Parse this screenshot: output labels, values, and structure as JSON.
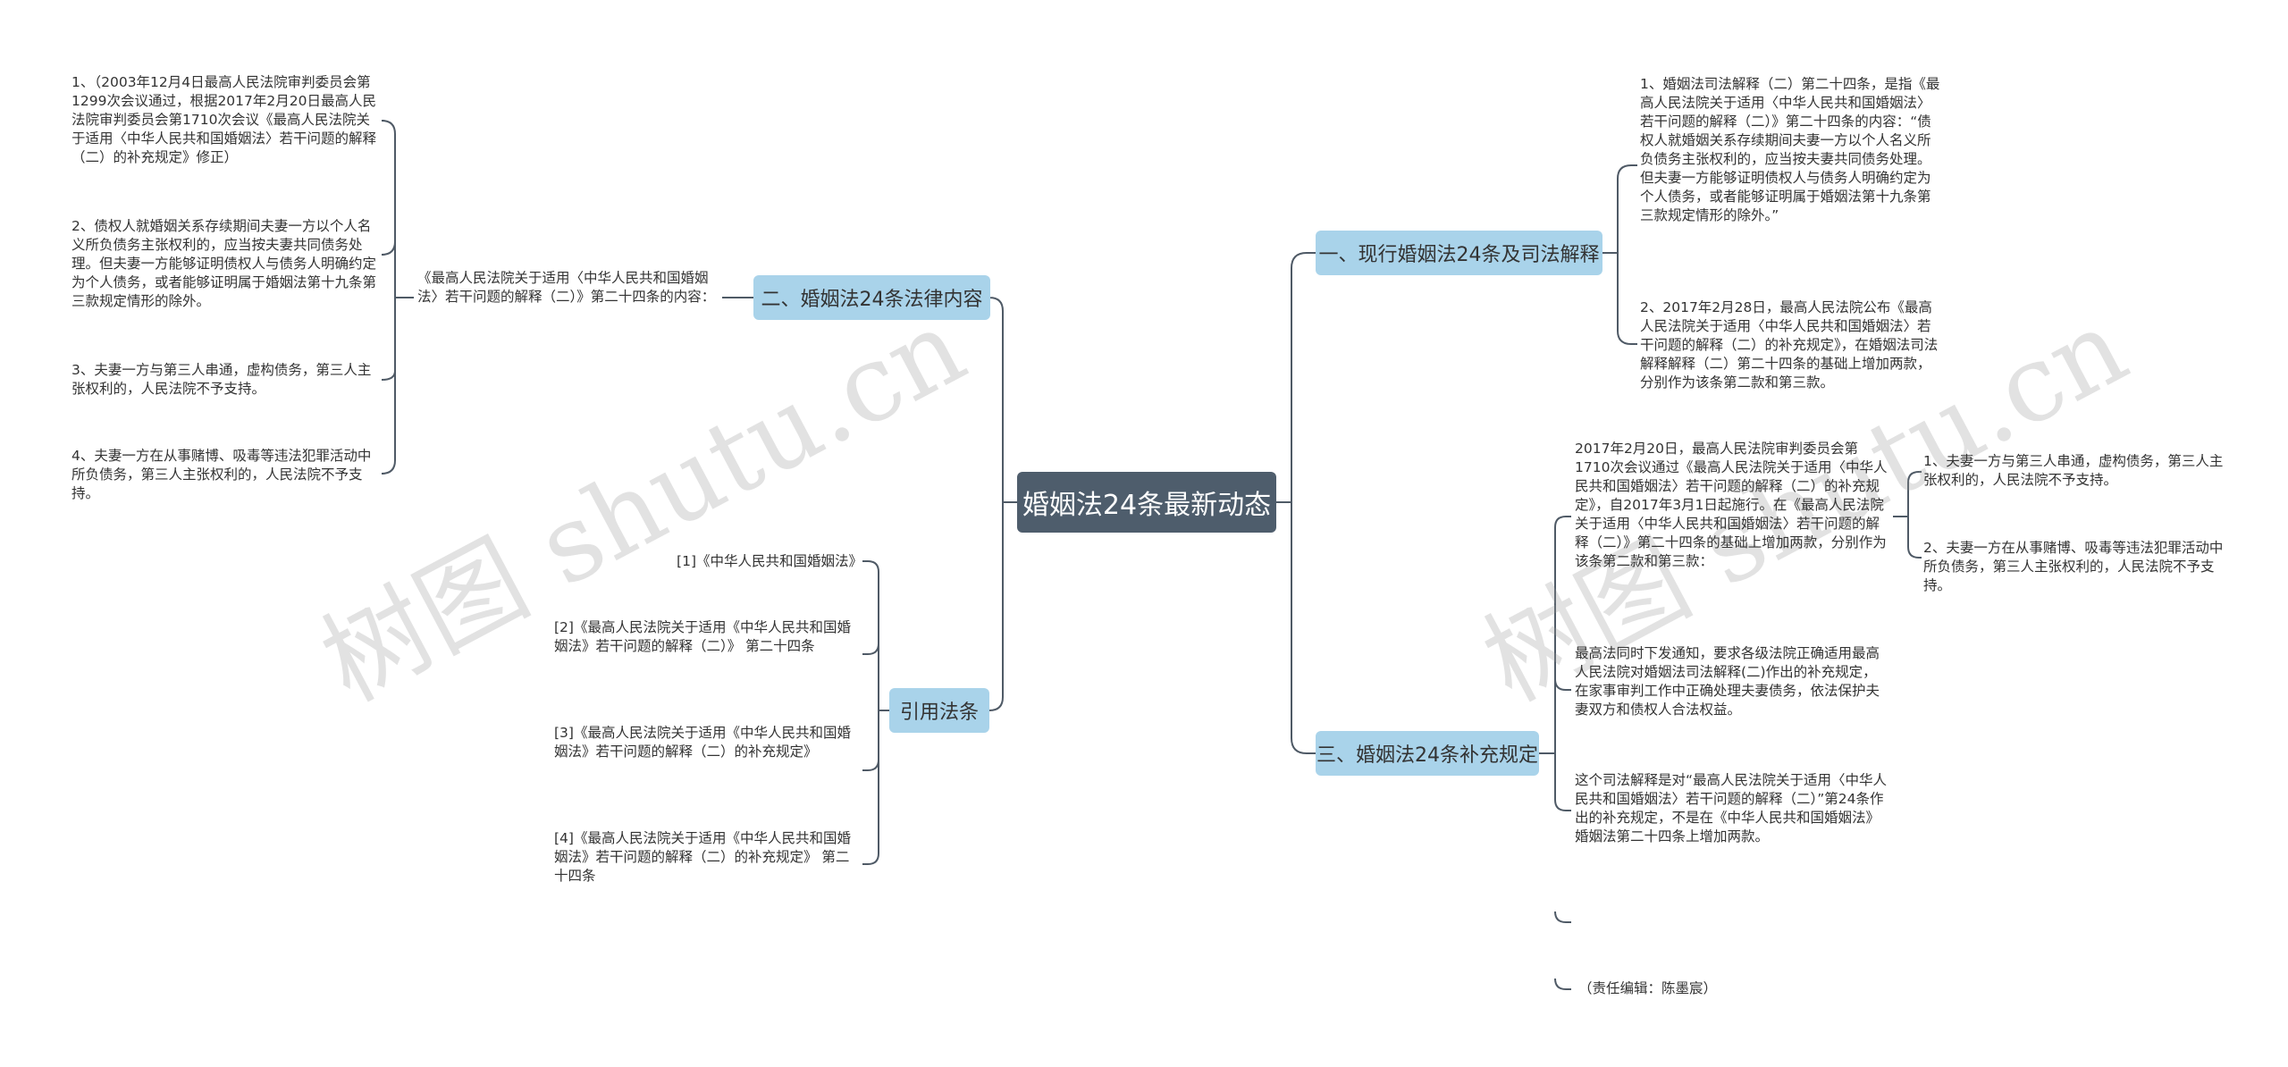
{
  "watermark": "树图 shutu.cn",
  "root": "婚姻法24条最新动态",
  "branches": {
    "b1": "一、现行婚姻法24条及司法解释",
    "b2": "二、婚姻法24条法律内容",
    "b3": "三、婚姻法24条补充规定",
    "b4": "引用法条"
  },
  "leaves": {
    "b1_1": "1、婚姻法司法解释（二）第二十四条，是指《最高人民法院关于适用〈中华人民共和国婚姻法〉若干问题的解释（二）》第二十四条的内容：“债权人就婚姻关系存续期间夫妻一方以个人名义所负债务主张权利的，应当按夫妻共同债务处理。但夫妻一方能够证明债权人与债务人明确约定为个人债务，或者能够证明属于婚姻法第十九条第三款规定情形的除外。”",
    "b1_2": "2、2017年2月28日，最高人民法院公布《最高人民法院关于适用〈中华人民共和国婚姻法〉若干问题的解释（二）的补充规定》，在婚姻法司法解释解释（二）第二十四条的基础上增加两款，分别作为该条第二款和第三款。",
    "b2_mid": "《最高人民法院关于适用〈中华人民共和国婚姻法〉若干问题的解释（二）》第二十四条的内容：",
    "b2_1": "1、（2003年12月4日最高人民法院审判委员会第1299次会议通过，根据2017年2月20日最高人民法院审判委员会第1710次会议《最高人民法院关于适用〈中华人民共和国婚姻法〉若干问题的解释（二）的补充规定》修正）",
    "b2_2": "2、债权人就婚姻关系存续期间夫妻一方以个人名义所负债务主张权利的，应当按夫妻共同债务处理。但夫妻一方能够证明债权人与债务人明确约定为个人债务，或者能够证明属于婚姻法第十九条第三款规定情形的除外。",
    "b2_3": "3、夫妻一方与第三人串通，虚构债务，第三人主张权利的，人民法院不予支持。",
    "b2_4": "4、夫妻一方在从事赌博、吸毒等违法犯罪活动中所负债务，第三人主张权利的，人民法院不予支持。",
    "b3_1": "2017年2月20日，最高人民法院审判委员会第1710次会议通过《最高人民法院关于适用〈中华人民共和国婚姻法〉若干问题的解释（二）的补充规定》，自2017年3月1日起施行。在《最高人民法院关于适用〈中华人民共和国婚姻法〉若干问题的解释（二）》第二十四条的基础上增加两款，分别作为该条第二款和第三款：",
    "b3_1a": "1、夫妻一方与第三人串通，虚构债务，第三人主张权利的，人民法院不予支持。",
    "b3_1b": "2、夫妻一方在从事赌博、吸毒等违法犯罪活动中所负债务，第三人主张权利的，人民法院不予支持。",
    "b3_2": "最高法同时下发通知，要求各级法院正确适用最高人民法院对婚姻法司法解释(二)作出的补充规定，在家事审判工作中正确处理夫妻债务，依法保护夫妻双方和债权人合法权益。",
    "b3_3": "这个司法解释是对“最高人民法院关于适用〈中华人民共和国婚姻法〉若干问题的解释（二）”第24条作出的补充规定，不是在《中华人民共和国婚姻法》婚姻法第二十四条上增加两款。",
    "b3_5": "（责任编辑：陈墨宸）",
    "b4_1": "[1]《中华人民共和国婚姻法》",
    "b4_2": "[2]《最高人民法院关于适用《中华人民共和国婚姻法》若干问题的解释（二）》 第二十四条",
    "b4_3": "[3]《最高人民法院关于适用《中华人民共和国婚姻法》若干问题的解释（二）的补充规定》",
    "b4_4": "[4]《最高人民法院关于适用《中华人民共和国婚姻法》若干问题的解释（二）的补充规定》 第二十四条"
  }
}
